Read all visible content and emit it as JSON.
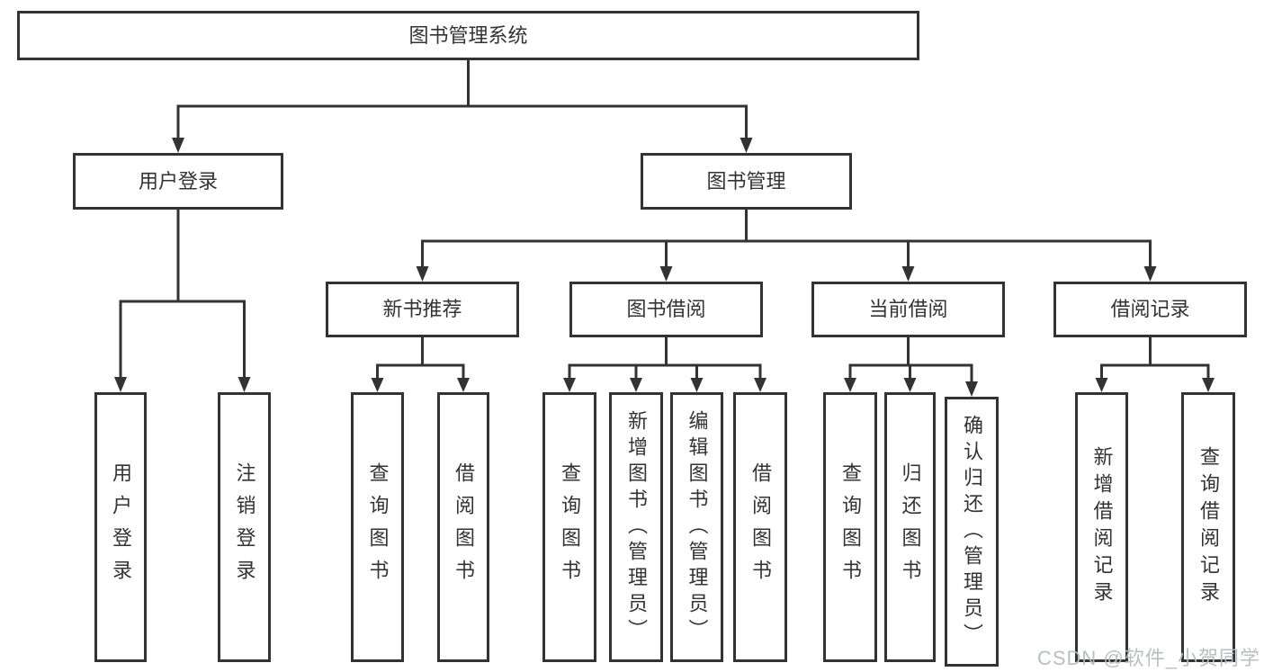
{
  "tree": {
    "root": {
      "label": "图书管理系统"
    },
    "branches": [
      {
        "label": "用户登录",
        "children": [
          {
            "label": "用户登录"
          },
          {
            "label": "注销登录"
          }
        ]
      },
      {
        "label": "图书管理",
        "children": [
          {
            "label": "新书推荐",
            "children": [
              {
                "label": "查询图书"
              },
              {
                "label": "借阅图书"
              }
            ]
          },
          {
            "label": "图书借阅",
            "children": [
              {
                "label": "查询图书"
              },
              {
                "label": "新增图书（管理员）"
              },
              {
                "label": "编辑图书（管理员）"
              },
              {
                "label": "借阅图书"
              }
            ]
          },
          {
            "label": "当前借阅",
            "children": [
              {
                "label": "查询图书"
              },
              {
                "label": "归还图书"
              },
              {
                "label": "确认归还（管理员）"
              }
            ]
          },
          {
            "label": "借阅记录",
            "children": [
              {
                "label": "新增借阅记录"
              },
              {
                "label": "查询借阅记录"
              }
            ]
          }
        ]
      }
    ]
  },
  "watermark": "CSDN @软件_小贺同学",
  "colors": {
    "line": "#333333",
    "text": "#333333",
    "box_background": "#ffffff",
    "watermark": "#b6bac0",
    "background": "#ffffff"
  }
}
